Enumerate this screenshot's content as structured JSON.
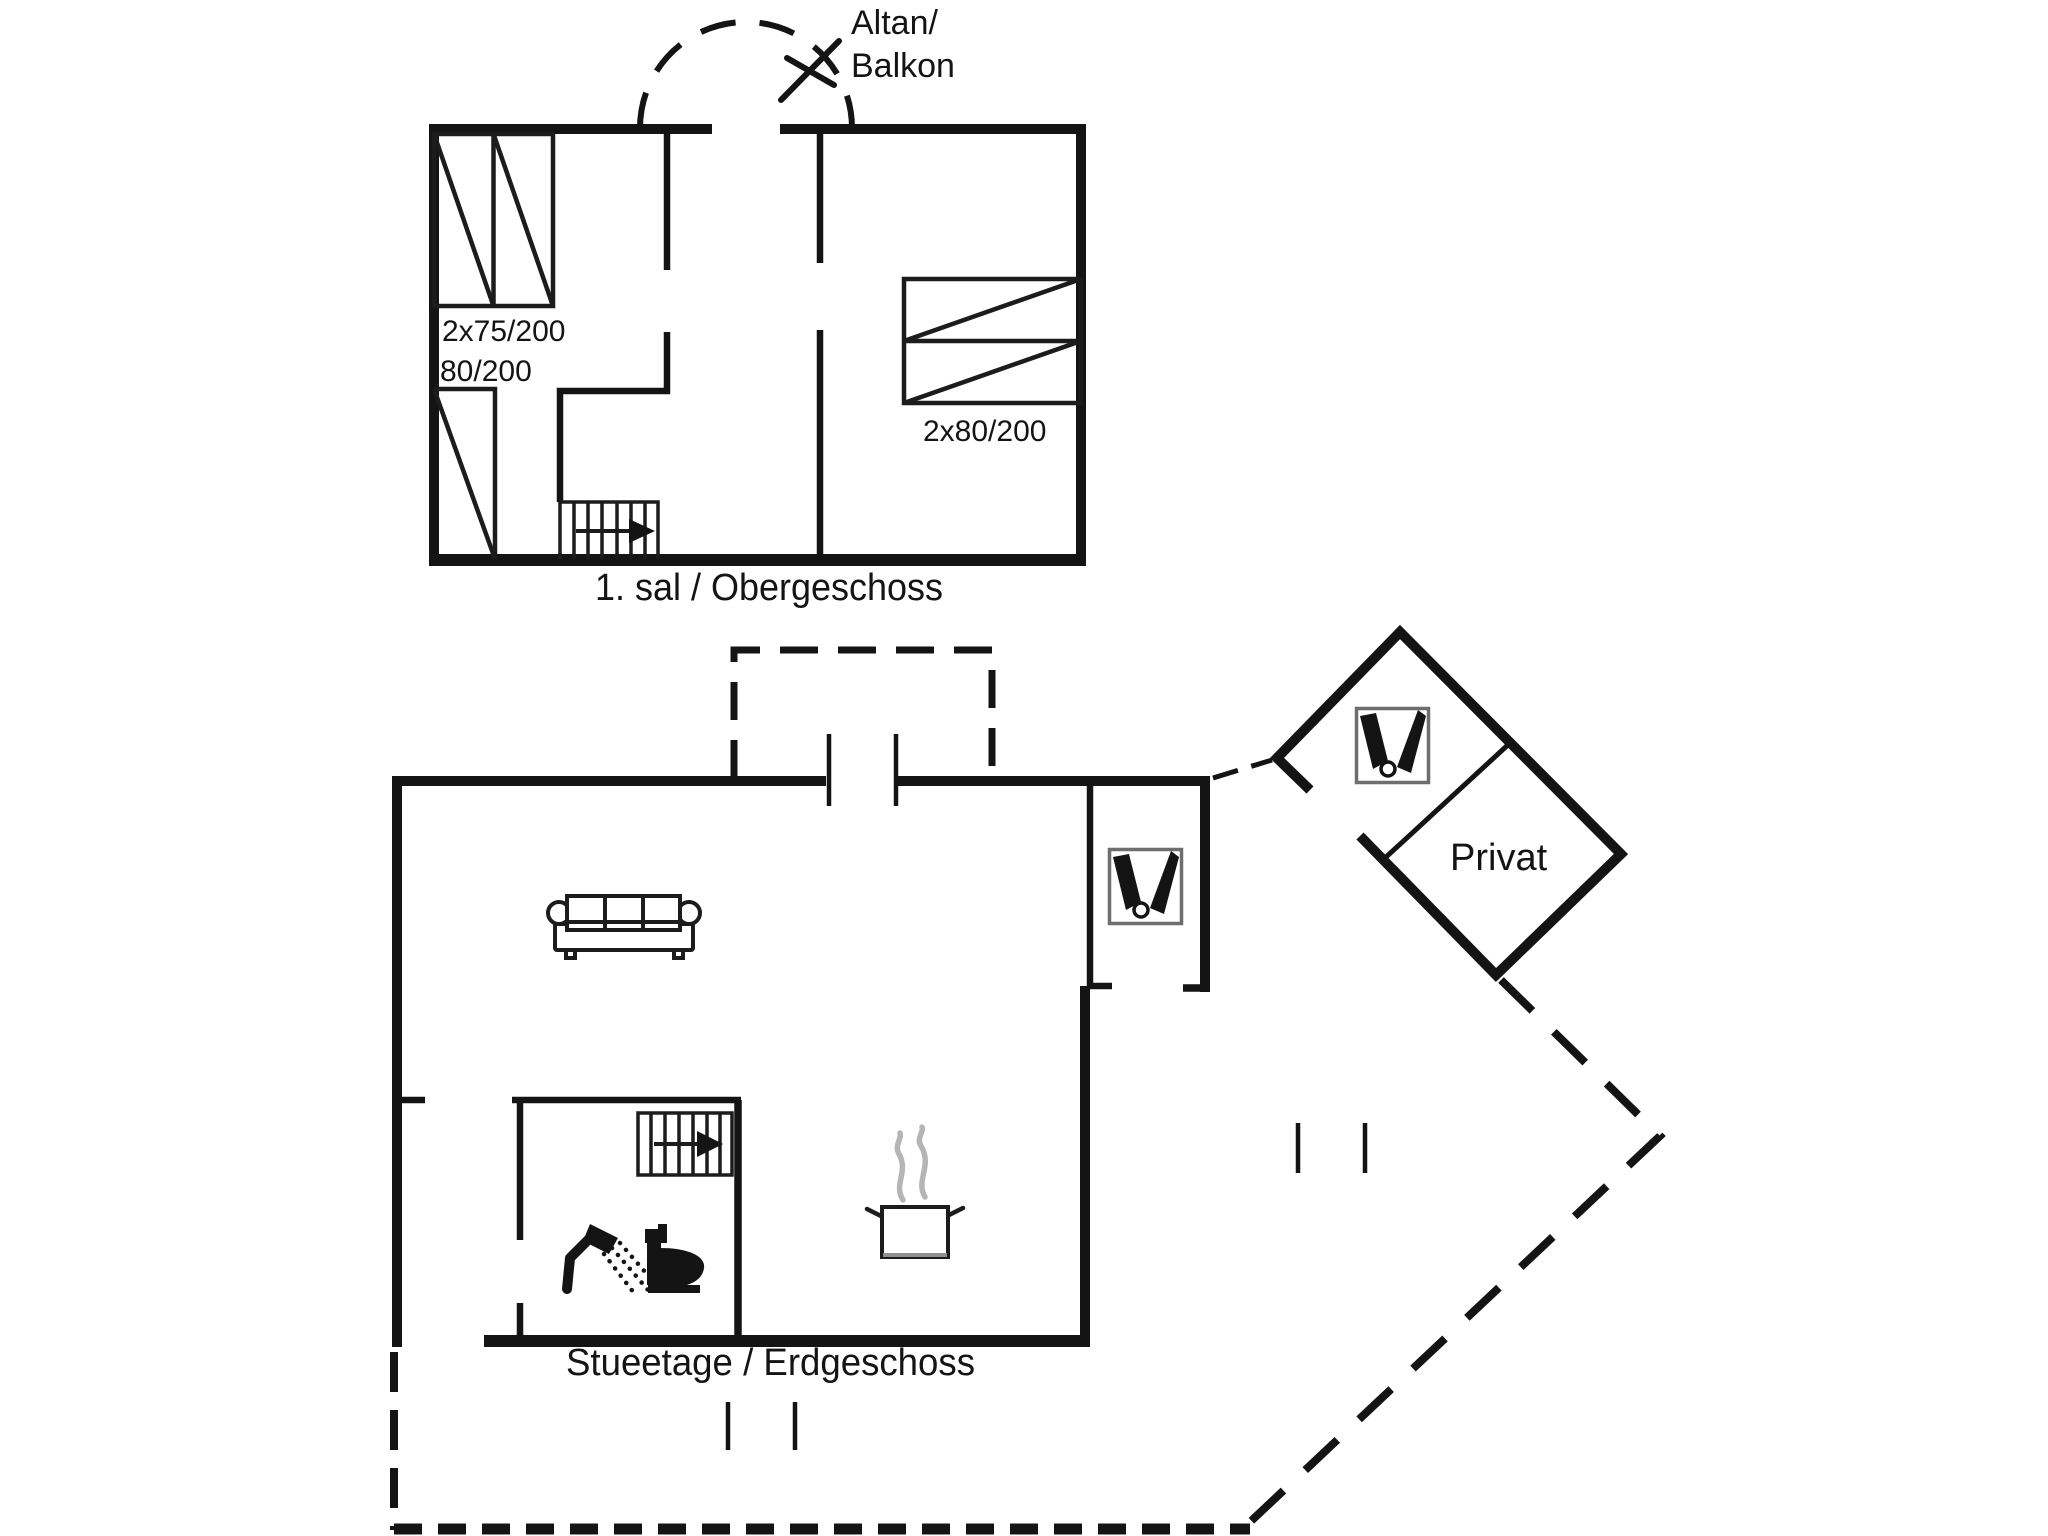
{
  "colors": {
    "background": "#ffffff",
    "line": "#141414",
    "steam_gray": "#b5b5b5",
    "icon_frame_gray": "#6e6e6e"
  },
  "upper_floor": {
    "title": "1. sal / Obergeschoss",
    "balcony": {
      "label_line1": "Altan/",
      "label_line2": "Balkon"
    },
    "beds": {
      "left_double": "2x75/200",
      "left_single": "80/200",
      "right_double": "2x80/200"
    }
  },
  "ground_floor": {
    "title": "Stueetage / Erdgeschoss",
    "annex_label": "Privat"
  },
  "icons": {
    "balcony_door": "door-swing-cross",
    "upper_stairs": "staircase-with-arrow",
    "ground_stairs": "staircase-with-arrow",
    "sofa": "three-seat-sofa",
    "stove": "steaming-pot",
    "shower": "shower-head-with-spray",
    "toilet": "toilet-side-view",
    "vestibule_sink": "washbasin",
    "annex_sink": "washbasin"
  }
}
